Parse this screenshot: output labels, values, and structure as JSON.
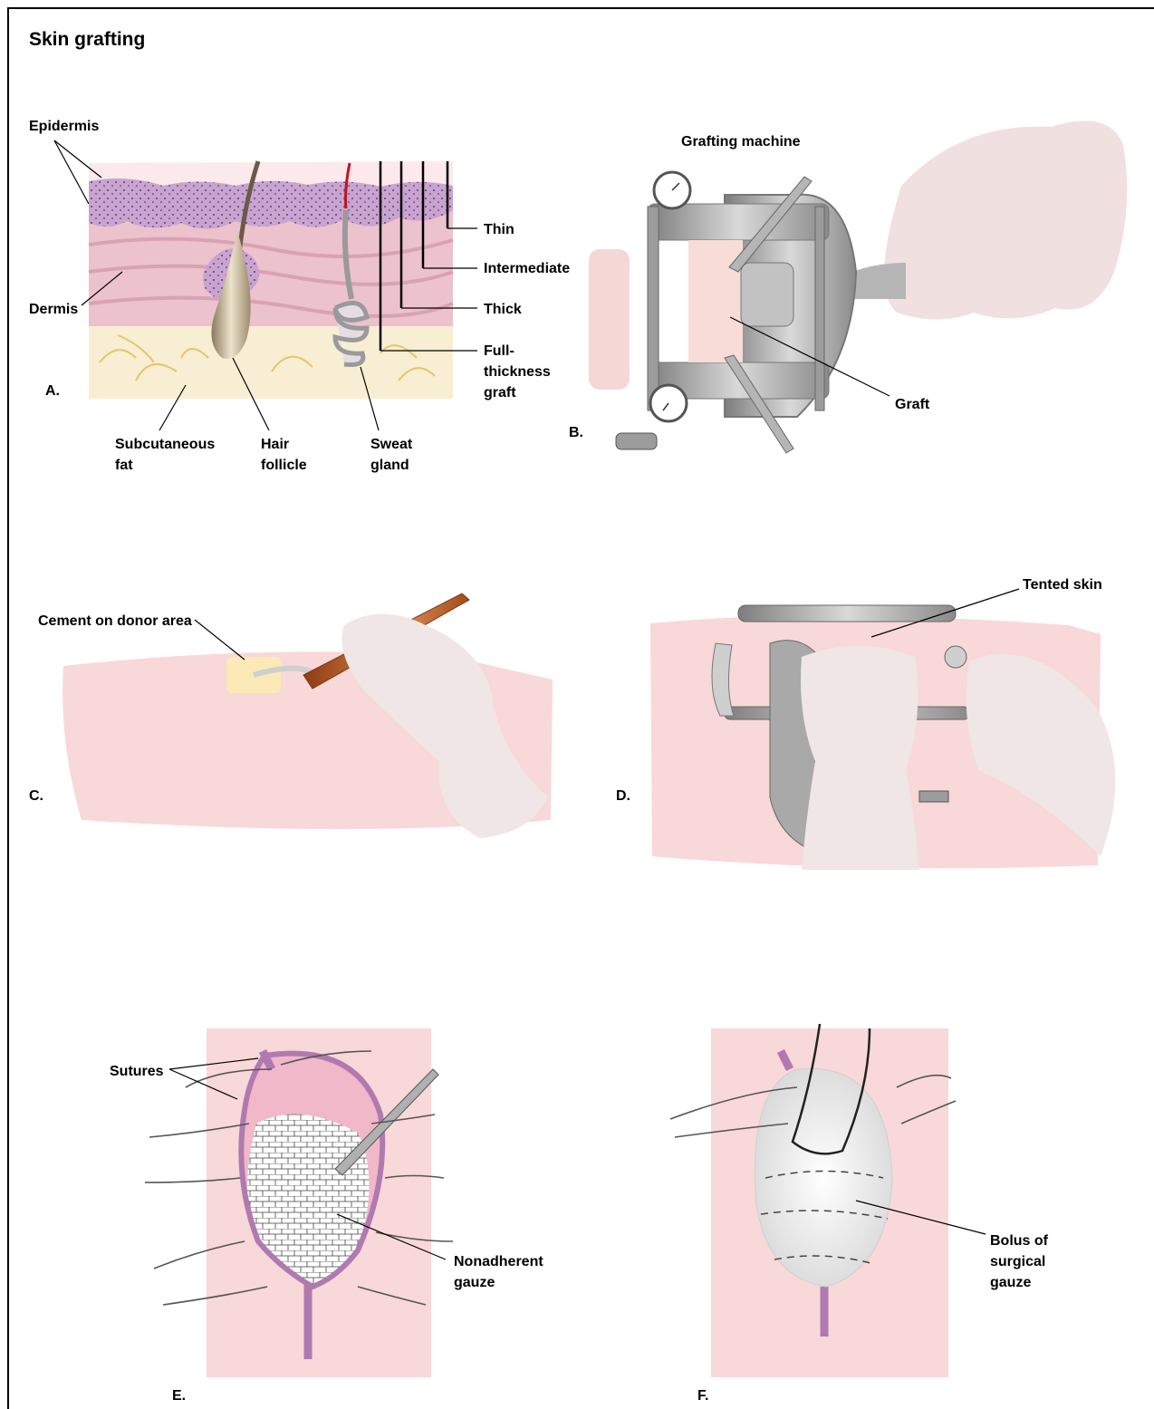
{
  "title": "Skin grafting",
  "panels": {
    "a": {
      "letter": "A.",
      "epidermis": "Epidermis",
      "dermis": "Dermis",
      "thin": "Thin",
      "intermediate": "Intermediate",
      "thick": "Thick",
      "full_1": "Full-",
      "full_2": "thickness",
      "full_3": "graft",
      "fat_1": "Subcutaneous",
      "fat_2": "fat",
      "hair_1": "Hair",
      "hair_2": "follicle",
      "sweat_1": "Sweat",
      "sweat_2": "gland"
    },
    "b": {
      "letter": "B.",
      "machine": "Grafting machine",
      "graft": "Graft"
    },
    "c": {
      "letter": "C.",
      "cement": "Cement on donor area"
    },
    "d": {
      "letter": "D.",
      "tented": "Tented skin"
    },
    "e": {
      "letter": "E.",
      "sutures": "Sutures",
      "gauze_1": "Nonadherent",
      "gauze_2": "gauze"
    },
    "f": {
      "letter": "F.",
      "bolus_1": "Bolus of",
      "bolus_2": "surgical",
      "bolus_3": "gauze"
    }
  },
  "colors": {
    "skin": "#f5d3d3",
    "epidermis": "#c9a3d1",
    "dermis": "#ecc2cc",
    "fat": "#f7eed3",
    "metal": "#9c9c9c",
    "glove": "#f0e0e0"
  }
}
